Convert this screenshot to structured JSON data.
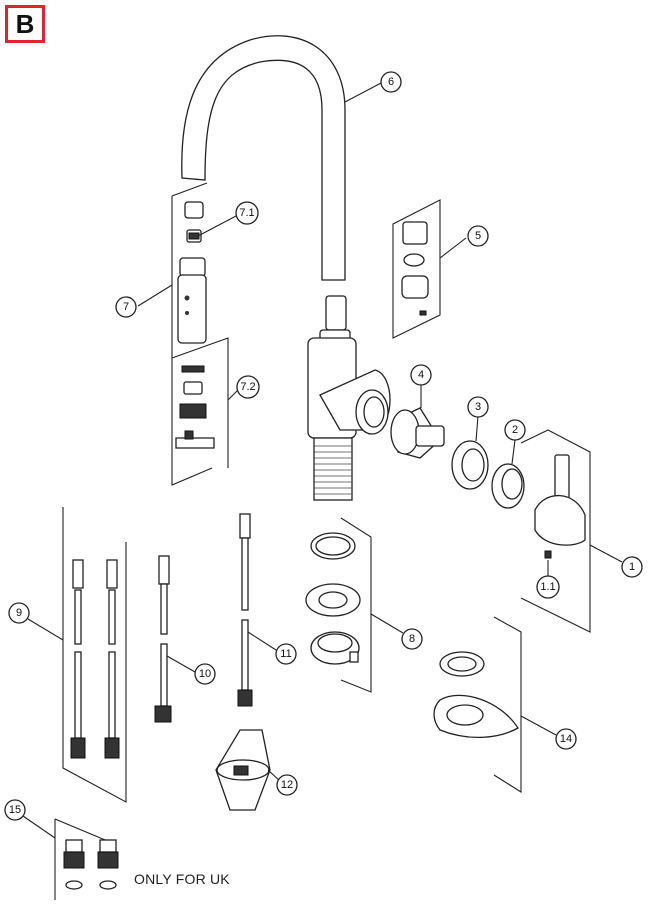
{
  "diagram": {
    "section_tag": "B",
    "note": "ONLY FOR UK",
    "callouts": [
      {
        "id": "c1",
        "text": "1"
      },
      {
        "id": "c1_1",
        "text": "1.1"
      },
      {
        "id": "c2",
        "text": "2"
      },
      {
        "id": "c3",
        "text": "3"
      },
      {
        "id": "c4",
        "text": "4"
      },
      {
        "id": "c5",
        "text": "5"
      },
      {
        "id": "c6",
        "text": "6"
      },
      {
        "id": "c7",
        "text": "7"
      },
      {
        "id": "c7_1",
        "text": "7.1"
      },
      {
        "id": "c7_2",
        "text": "7.2"
      },
      {
        "id": "c8",
        "text": "8"
      },
      {
        "id": "c9",
        "text": "9"
      },
      {
        "id": "c10",
        "text": "10"
      },
      {
        "id": "c11",
        "text": "11"
      },
      {
        "id": "c12",
        "text": "12"
      },
      {
        "id": "c14",
        "text": "14"
      },
      {
        "id": "c15",
        "text": "15"
      }
    ],
    "colors": {
      "tag_border": "#e1252b",
      "ink": "#222222"
    }
  }
}
